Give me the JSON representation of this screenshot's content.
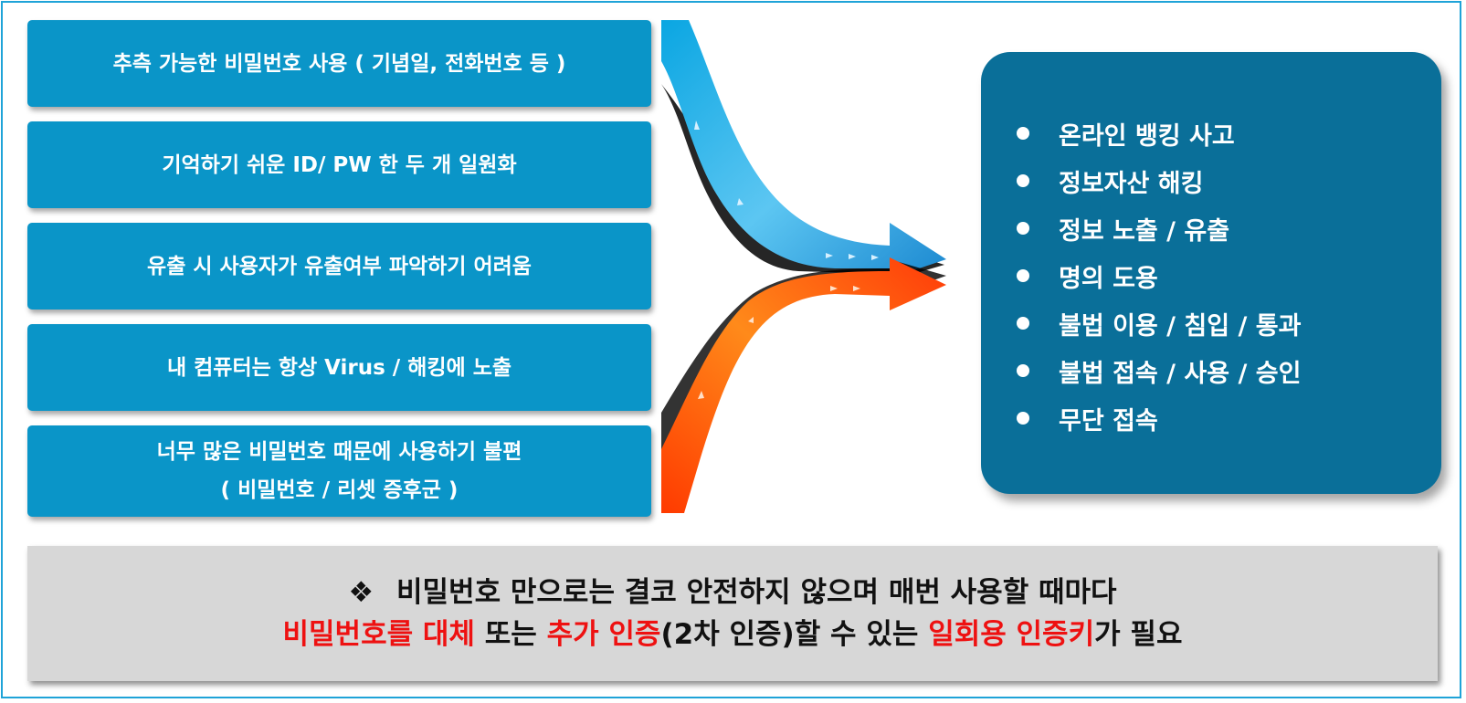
{
  "problems": [
    {
      "line1": "추측 가능한 비밀번호 사용 ( 기념일, 전화번호 등 )"
    },
    {
      "line1": "기억하기 쉬운 ID/ PW 한 두 개 일원화"
    },
    {
      "line1": "유출 시 사용자가 유출여부 파악하기 어려움"
    },
    {
      "line1": "내 컴퓨터는 항상 Virus / 해킹에 노출"
    },
    {
      "line1": "너무 많은 비밀번호 때문에 사용하기 불편",
      "line2": "( 비밀번호 / 리셋 증후군 )"
    }
  ],
  "risks": [
    "온라인 뱅킹 사고",
    "정보자산 해킹",
    "정보 노출 / 유출",
    "명의 도용",
    "불법 이용 / 침입 / 통과",
    "불법 접속 / 사용 / 승인",
    "무단 접속"
  ],
  "conclusion": {
    "symbol": "❖",
    "line1": "비밀번호 만으로는 결코 안전하지 않으며 매번 사용할 때마다",
    "line2": {
      "p1": "비밀번호를 대체",
      "p2": " 또는 ",
      "p3": "추가 인증",
      "p4": "(2차 인증)",
      "p5": "할 수 있는 ",
      "p6": "일회용 인증키",
      "p7": "가 필요"
    }
  },
  "colors": {
    "box_blue": "#0a95c8",
    "risk_box": "#0a6f99",
    "highlight_red": "#ee1111",
    "arrow_blue": "#2ba8e6",
    "arrow_orange": "#ff5a10"
  }
}
